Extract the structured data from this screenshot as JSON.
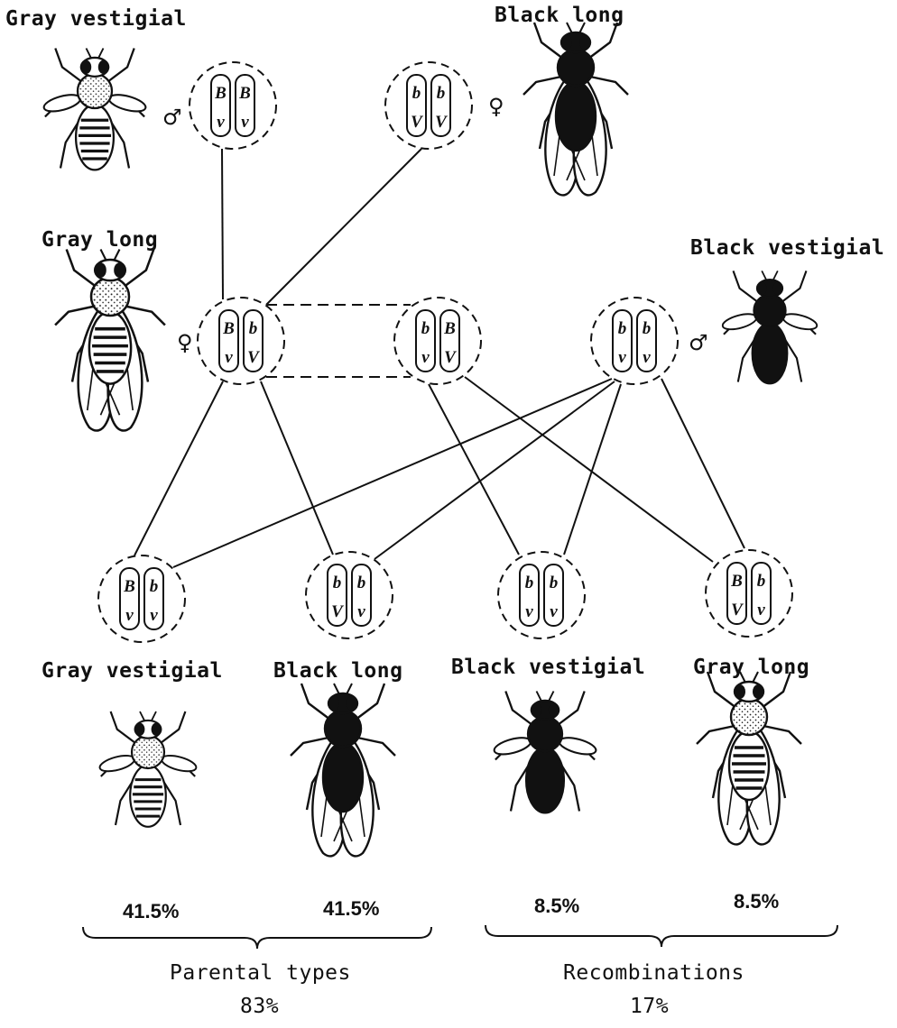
{
  "parents": {
    "male": {
      "label": "Gray vestigial",
      "symbol": "♂",
      "chromosomes": [
        [
          "B",
          "v"
        ],
        [
          "B",
          "v"
        ]
      ]
    },
    "female": {
      "label": "Black long",
      "symbol": "♀",
      "chromosomes": [
        [
          "b",
          "V"
        ],
        [
          "b",
          "V"
        ]
      ]
    }
  },
  "f1": {
    "female": {
      "label": "Gray long",
      "symbol": "♀",
      "chromosomes": [
        [
          "B",
          "v"
        ],
        [
          "b",
          "V"
        ]
      ]
    },
    "crossover_gamete": {
      "chromosomes": [
        [
          "b",
          "v"
        ],
        [
          "B",
          "V"
        ]
      ]
    },
    "male": {
      "label": "Black vestigial",
      "symbol": "♂",
      "chromosomes": [
        [
          "b",
          "v"
        ],
        [
          "b",
          "v"
        ]
      ]
    }
  },
  "offspring": [
    {
      "label": "Gray vestigial",
      "percent": "41.5%",
      "chromosomes": [
        [
          "B",
          "v"
        ],
        [
          "b",
          "v"
        ]
      ]
    },
    {
      "label": "Black long",
      "percent": "41.5%",
      "chromosomes": [
        [
          "b",
          "V"
        ],
        [
          "b",
          "v"
        ]
      ]
    },
    {
      "label": "Black vestigial",
      "percent": "8.5%",
      "chromosomes": [
        [
          "b",
          "v"
        ],
        [
          "b",
          "v"
        ]
      ]
    },
    {
      "label": "Gray long",
      "percent": "8.5%",
      "chromosomes": [
        [
          "B",
          "V"
        ],
        [
          "b",
          "v"
        ]
      ]
    }
  ],
  "groups": {
    "parental": {
      "label": "Parental types",
      "total": "83%"
    },
    "recombinant": {
      "label": "Recombinations",
      "total": "17%"
    }
  },
  "colors": {
    "ink": "#111111",
    "gray_body": "#f4f4f4",
    "black_body": "#111111"
  }
}
